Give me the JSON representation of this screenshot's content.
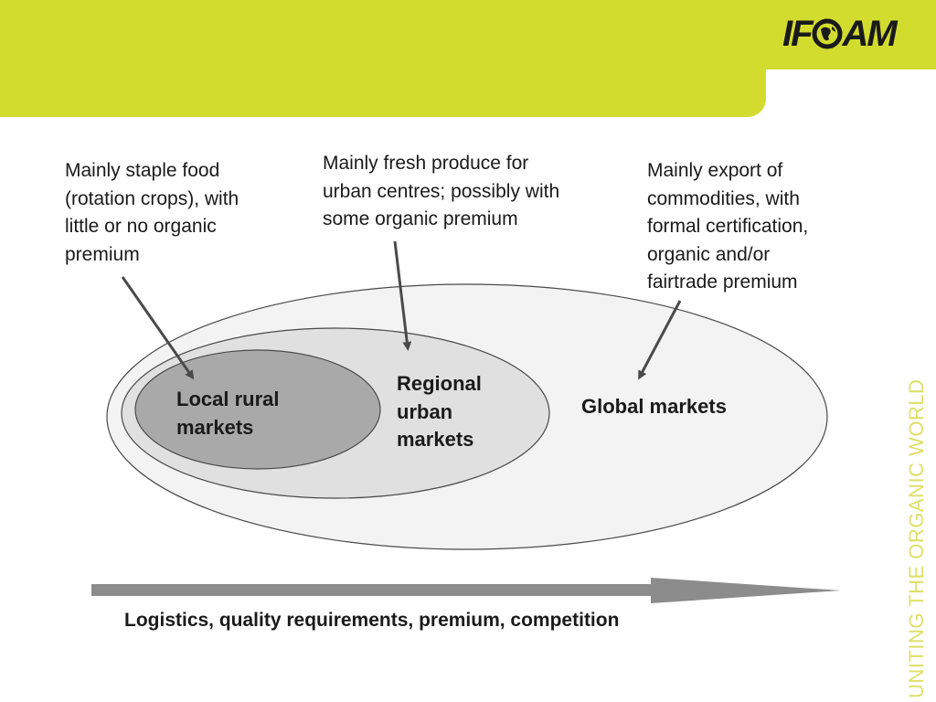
{
  "brand": {
    "logo_text": "IFOAM",
    "logo_text_before_globe": "IF",
    "logo_text_after_globe": "AM",
    "tagline": "UNITING THE ORGANIC WORLD",
    "accent_color": "#d2dc2e",
    "tagline_color": "#dde16a"
  },
  "annotations": {
    "local": "Mainly staple food\n(rotation crops), with\nlittle or no organic\npremium",
    "regional": "Mainly fresh produce for\nurban centres; possibly with\nsome organic premium",
    "global": "Mainly export of\ncommodities, with\nformal certification,\norganic and/or\nfairtrade premium"
  },
  "markets": {
    "local": "Local rural\nmarkets",
    "regional": "Regional\nurban\nmarkets",
    "global": "Global markets"
  },
  "axis": {
    "label": "Logistics, quality requirements, premium, competition"
  },
  "colors": {
    "global_fill": "#f3f3f3",
    "regional_fill": "#e0e0e0",
    "local_fill": "#a9a9a9",
    "outline": "#4a4a4a",
    "arrow": "#8c8c8c"
  }
}
